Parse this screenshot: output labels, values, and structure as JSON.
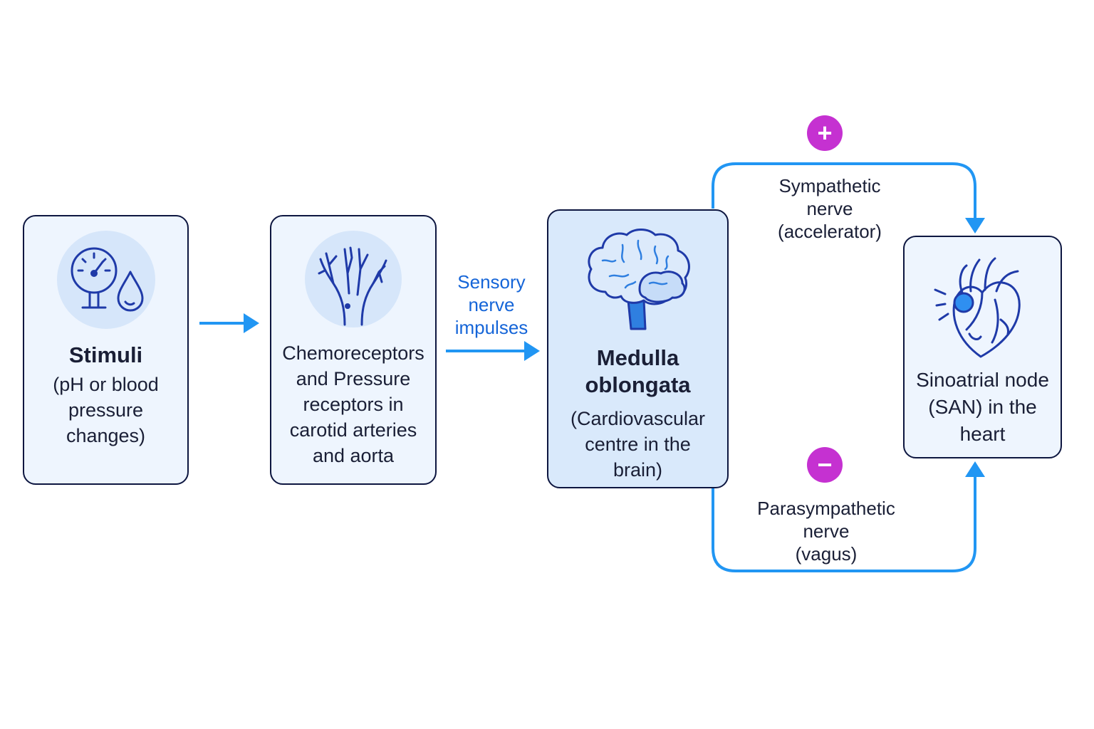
{
  "colors": {
    "box_border": "#0d1640",
    "box_fill": "#eef5fe",
    "box_fill_highlight": "#d9e9fb",
    "icon_stroke": "#1f3aa8",
    "arrow": "#2196f3",
    "sign_fill": "#c531d1",
    "label_blue": "#1565d8"
  },
  "stimuli": {
    "icon": "pressure-gauge-droplet-icon",
    "title": "Stimuli",
    "lines": [
      "(pH or blood",
      "pressure",
      "changes)"
    ]
  },
  "receptors": {
    "icon": "artery-branches-icon",
    "lines": [
      "Chemoreceptors",
      "and Pressure",
      "receptors in",
      "carotid arteries",
      "and aorta"
    ]
  },
  "sensory": {
    "lines": [
      "Sensory",
      "nerve",
      "impulses"
    ]
  },
  "medulla": {
    "icon": "brain-icon",
    "title_lines": [
      "Medulla",
      "oblongata"
    ],
    "lines": [
      "(Cardiovascular",
      "centre in the",
      "brain)"
    ]
  },
  "sympathetic": {
    "sign": "+",
    "lines": [
      "Sympathetic",
      "nerve",
      "(accelerator)"
    ]
  },
  "parasympathetic": {
    "sign": "−",
    "lines": [
      "Parasympathetic",
      "nerve",
      "(vagus)"
    ]
  },
  "san": {
    "icon": "heart-icon",
    "lines": [
      "Sinoatrial node",
      "(SAN) in the",
      "heart"
    ]
  }
}
